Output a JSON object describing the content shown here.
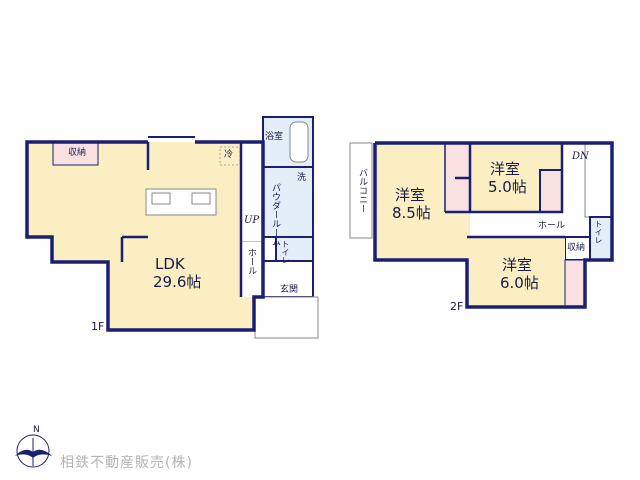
{
  "colors": {
    "wall": "#1b1f72",
    "room": "#fbeec2",
    "wet": "#e3eef8",
    "storage": "#f9e1e1",
    "company": "#b5b5b5"
  },
  "floor1": {
    "label": "1F",
    "ldk": {
      "name": "LDK",
      "size": "29.6帖"
    },
    "storage": "収納",
    "fridge": "冷",
    "bath": "浴室",
    "washer": "洗",
    "powder_room": "パウダールーム",
    "up": "UP",
    "hall": "ホール",
    "toilet": "トイレ",
    "entrance": "玄関"
  },
  "floor2": {
    "label": "2F",
    "balcony": "バルコニー",
    "room1": {
      "name": "洋室",
      "size": "8.5帖"
    },
    "room2": {
      "name": "洋室",
      "size": "5.0帖"
    },
    "room3": {
      "name": "洋室",
      "size": "6.0帖"
    },
    "down": "DN",
    "hall": "ホール",
    "storage": "収納",
    "toilet": "トイレ"
  },
  "compass": {
    "north": "N",
    "icon": "north-compass-bird-icon"
  },
  "company": "相鉄不動産販売(株)"
}
